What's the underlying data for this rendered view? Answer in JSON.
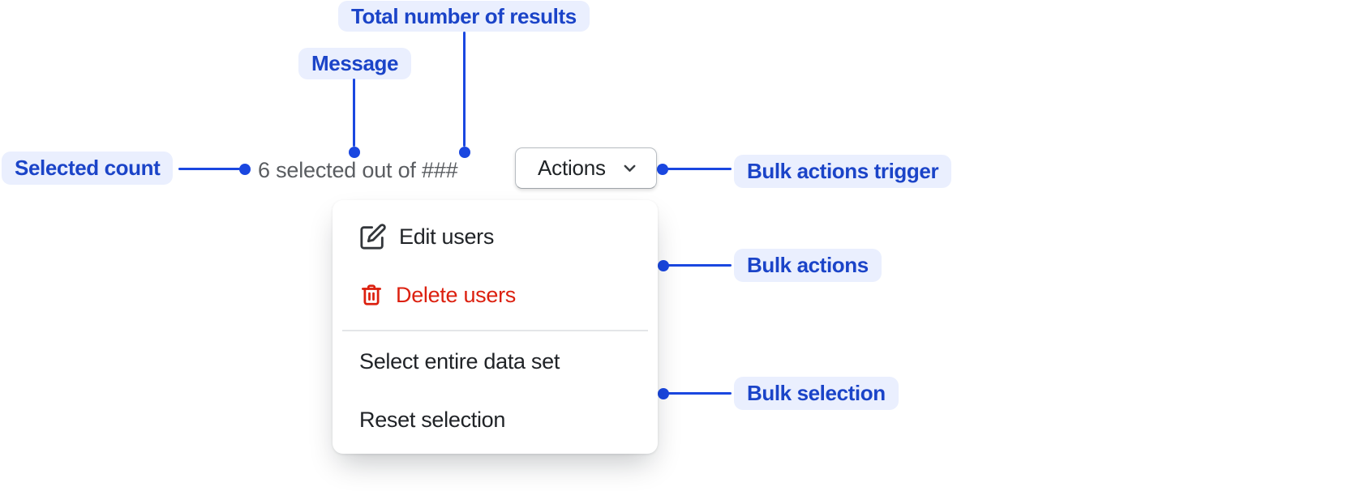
{
  "colors": {
    "annotation_badge_bg": "#EAEFFE",
    "annotation_text": "#1B44C8",
    "connector": "#1A47E0",
    "message_text": "#5A5D61",
    "menu_text": "#202327",
    "icon_default": "#33373B",
    "critical": "#DC200F",
    "button_text": "#1F2326",
    "button_border": "#B8BDC2",
    "divider": "#E4E6E8"
  },
  "annotations": {
    "total_results": {
      "label": "Total number of results"
    },
    "message": {
      "label": "Message"
    },
    "selected_count": {
      "label": "Selected count"
    },
    "bulk_actions_trigger": {
      "label": "Bulk actions trigger"
    },
    "bulk_actions": {
      "label": "Bulk actions"
    },
    "bulk_selection": {
      "label": "Bulk selection"
    }
  },
  "selection_bar": {
    "message": "6 selected out of ###",
    "actions_button": {
      "label": "Actions",
      "icon": "chevron-down-icon"
    }
  },
  "menu": {
    "items": [
      {
        "label": "Edit users",
        "icon": "edit-icon",
        "tone": "default"
      },
      {
        "label": "Delete users",
        "icon": "trash-icon",
        "tone": "critical"
      },
      {
        "label": "Select entire data set",
        "icon": null,
        "tone": "default"
      },
      {
        "label": "Reset selection",
        "icon": null,
        "tone": "default"
      }
    ]
  }
}
